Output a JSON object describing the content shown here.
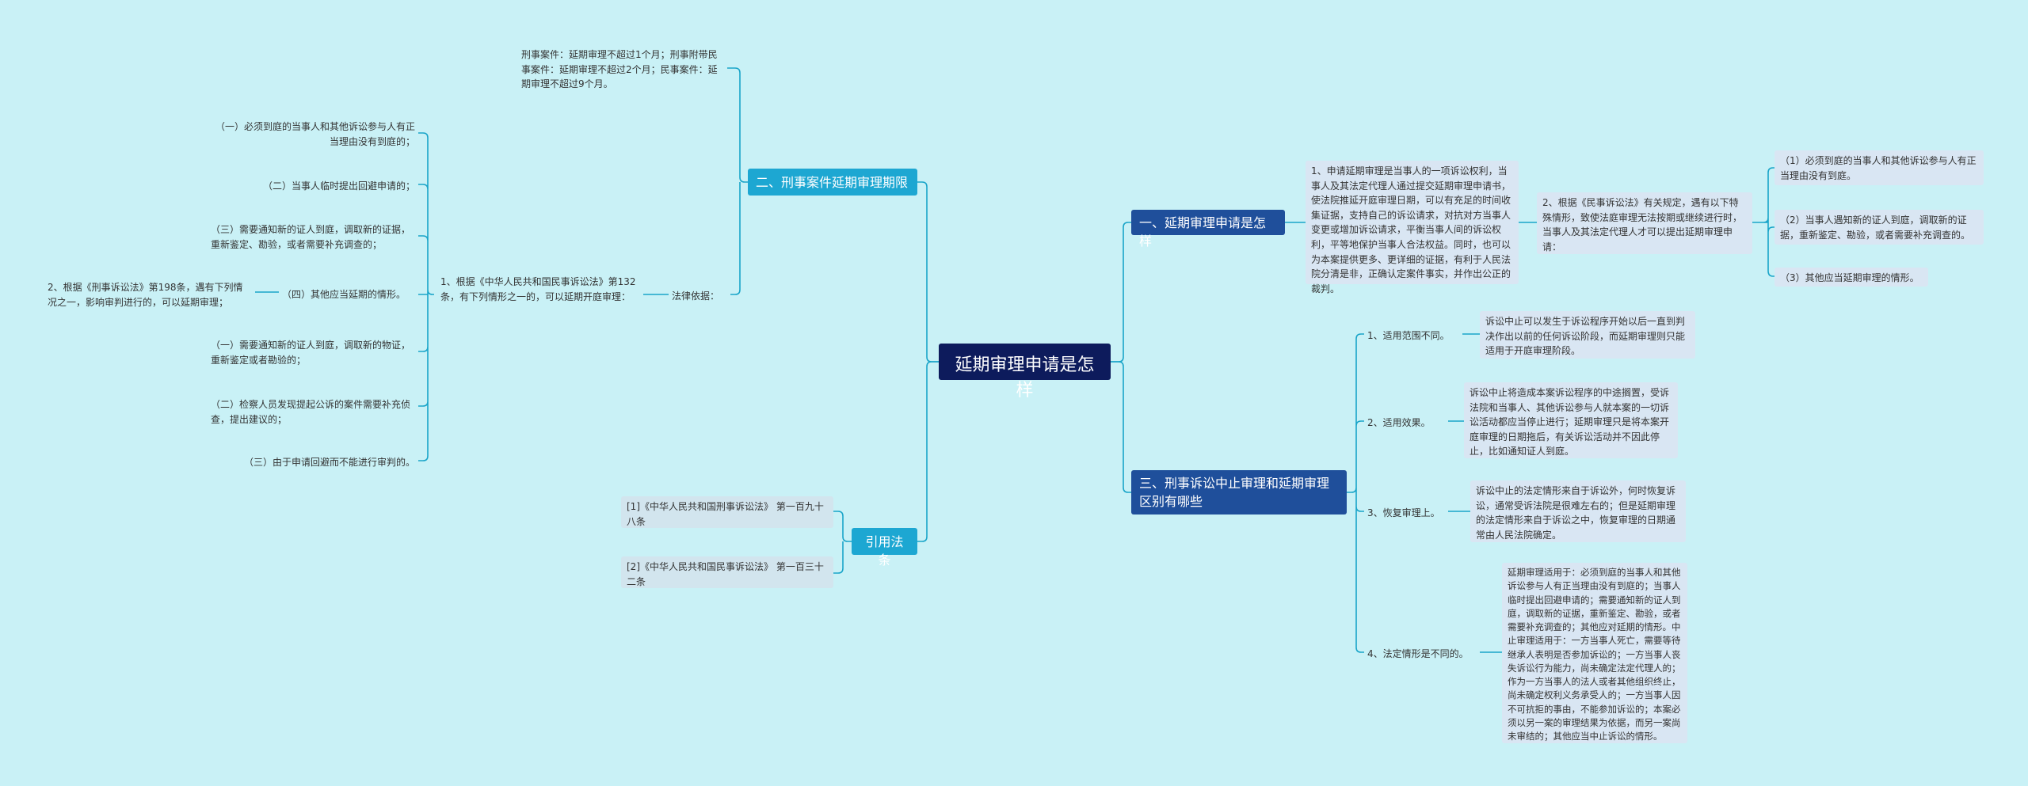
{
  "root": "延期审理申请是怎样",
  "branches": {
    "s1": {
      "title": "一、延期审理申请是怎样",
      "desc": "1、申请延期审理是当事人的一项诉讼权利，当事人及其法定代理人通过提交延期审理申请书，使法院推延开庭审理日期，可以有充足的时间收集证据，支持自己的诉讼请求，对抗对方当事人变更或增加诉讼请求，平衡当事人间的诉讼权利，平等地保护当事人合法权益。同时，也可以为本案提供更多、更详细的证据，有利于人民法院分清是非，正确认定案件事实，并作出公正的裁判。",
      "p2": "2、根据《民事诉讼法》有关规定，遇有以下特殊情形，致使法庭审理无法按期或继续进行时，当事人及其法定代理人才可以提出延期审理申请：",
      "items": [
        "（1）必须到庭的当事人和其他诉讼参与人有正当理由没有到庭。",
        "（2）当事人遇知新的证人到庭，调取新的证据，重新鉴定、勘验，或者需要补充调查的。",
        "（3）其他应当延期审理的情形。"
      ]
    },
    "s3": {
      "title": "三、刑事诉讼中止审理和延期审理区别有哪些",
      "items": [
        {
          "label": "1、适用范围不同。",
          "text": "诉讼中止可以发生于诉讼程序开始以后一直到判决作出以前的任何诉讼阶段，而延期审理则只能适用于开庭审理阶段。"
        },
        {
          "label": "2、适用效果。",
          "text": "诉讼中止将造成本案诉讼程序的中途搁置，受诉法院和当事人、其他诉讼参与人就本案的一切诉讼活动都应当停止进行；延期审理只是将本案开庭审理的日期拖后，有关诉讼活动并不因此停止，比如通知证人到庭。"
        },
        {
          "label": "3、恢复审理上。",
          "text": "诉讼中止的法定情形来自于诉讼外，何时恢复诉讼，通常受诉法院是很难左右的；但是延期审理的法定情形来自于诉讼之中，恢复审理的日期通常由人民法院确定。"
        },
        {
          "label": "4、法定情形是不同的。",
          "text": "延期审理适用于：必须到庭的当事人和其他诉讼参与人有正当理由没有到庭的；当事人临时提出回避申请的；需要通知新的证人到庭，调取新的证据，重新鉴定、勘验，或者需要补充调查的；其他应对延期的情形。中止审理适用于：一方当事人死亡，需要等待继承人表明是否参加诉讼的；一方当事人丧失诉讼行为能力，尚未确定法定代理人的；作为一方当事人的法人或者其他组织终止，尚未确定权利义务承受人的；一方当事人因不可抗拒的事由，不能参加诉讼的；本案必须以另一案的审理结果为依据，而另一案尚未审结的；其他应当中止诉讼的情形。"
        }
      ]
    },
    "s2": {
      "title": "二、刑事案件延期审理期限",
      "limit": "刑事案件：延期审理不超过1个月；刑事附带民事案件：延期审理不超过2个月；民事案件：延期审理不超过9个月。",
      "basis_label": "法律依据：",
      "basis_text": "1、根据《中华人民共和国民事诉讼法》第132条，有下列情形之一的，可以延期开庭审理：",
      "left_items": [
        "（一）必须到庭的当事人和其他诉讼参与人有正当理由没有到庭的；",
        "（二）当事人临时提出回避申请的；",
        "（三）需要通知新的证人到庭，调取新的证据，重新鉴定、勘验，或者需要补充调查的；",
        "（四）其他应当延期的情形。",
        "（一）需要通知新的证人到庭，调取新的物证，重新鉴定或者勘验的；",
        "（二）检察人员发现提起公诉的案件需要补充侦查，提出建议的；",
        "（三）由于申请回避而不能进行审判的。"
      ],
      "note": "2、根据《刑事诉讼法》第198条，遇有下列情况之一，影响审判进行的，可以延期审理；"
    },
    "refs": {
      "title": "引用法条",
      "items": [
        "[1]《中华人民共和国刑事诉讼法》 第一百九十八条",
        "[2]《中华人民共和国民事诉讼法》 第一百三十二条"
      ]
    }
  },
  "colors": {
    "background": "#c9f1f6",
    "line": "#1aa5c9",
    "root": "#0d1b5c",
    "section_blue": "#1f4f9b",
    "section_cyan": "#1da7d2",
    "box": "#d9e6f3"
  }
}
